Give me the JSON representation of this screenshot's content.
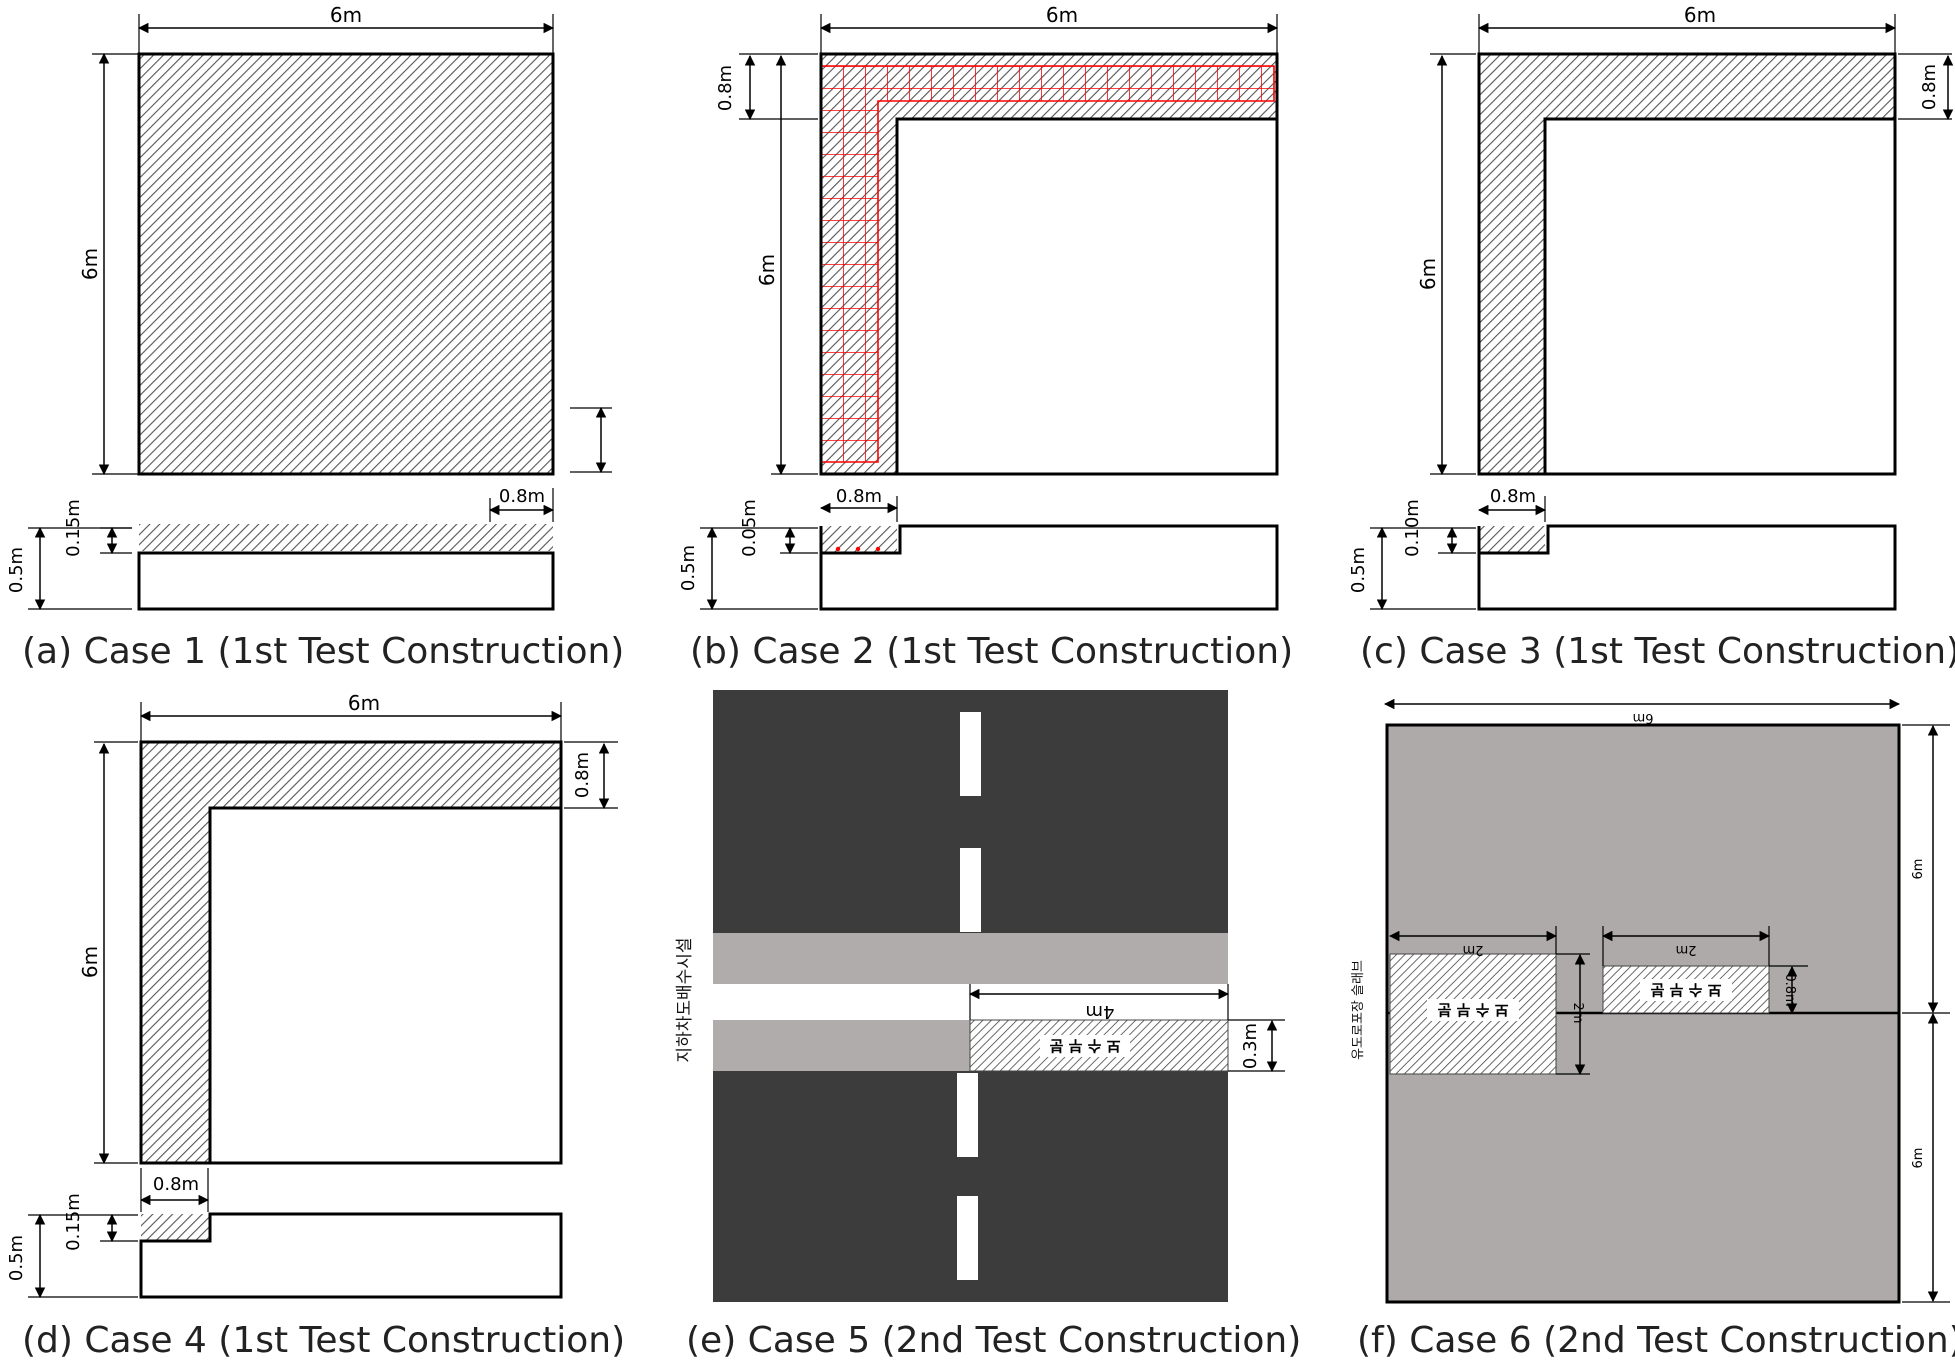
{
  "colors": {
    "outline": "#000000",
    "hatch": "#555555",
    "rebar": "#ff0000",
    "road": "#3c3c3c",
    "lane_mark": "#ffffff",
    "drain_band": "#b0acab",
    "slab_fill": "#adaaa9"
  },
  "labels": {
    "w6": "6m",
    "h6": "6m",
    "w08": "0.8m",
    "d015": "0.15m",
    "d05": "0.5m",
    "d005": "0.05m",
    "d010": "0.10m",
    "d03": "0.3m",
    "w4": "4m",
    "w2": "2m",
    "h2": "2m",
    "h08": "0.8m"
  },
  "korean": {
    "repair_section": "보 수 부 분",
    "drainage_facility": "지하차도배수시설",
    "drainage_slab": "유도로포장 슬래브"
  },
  "captions": {
    "a": "(a) Case 1 (1st Test Construction)",
    "b": "(b) Case 2 (1st Test Construction)",
    "c": "(c) Case 3 (1st Test Construction)",
    "d": "(d) Case 4 (1st Test Construction)",
    "e": "(e) Case 5 (2nd Test Construction)",
    "f": "(f) Case 6 (2nd Test Construction)"
  }
}
